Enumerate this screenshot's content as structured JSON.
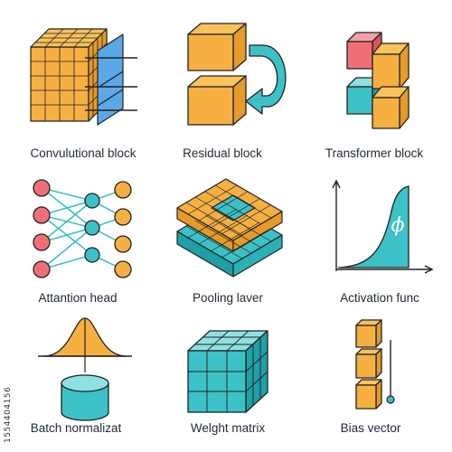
{
  "colors": {
    "orange": "#f5b041",
    "orange_dark": "#e59a2a",
    "teal": "#3cc1c6",
    "teal_dark": "#1f9fa6",
    "coral": "#ef6f78",
    "blue": "#5aa9e6",
    "stroke": "#222222"
  },
  "tiles": [
    {
      "label": "Convulutional block",
      "icon": "convolution-grid-icon"
    },
    {
      "label": "Residual block",
      "icon": "residual-arrow-icon"
    },
    {
      "label": "Transformer block",
      "icon": "stacked-cubes-icon"
    },
    {
      "label": "Attantion head",
      "icon": "network-nodes-icon"
    },
    {
      "label": "Pooling laver",
      "icon": "pooling-layer-icon"
    },
    {
      "label": "Activation func",
      "icon": "activation-curve-icon"
    },
    {
      "label": "Batch normalizat",
      "icon": "bell-curve-cylinder-icon"
    },
    {
      "label": "Welght matrix",
      "icon": "cube-grid-icon"
    },
    {
      "label": "Bias vector",
      "icon": "vertical-stack-icon"
    }
  ],
  "activation_symbol": "ϕ",
  "watermark": "1554404156"
}
